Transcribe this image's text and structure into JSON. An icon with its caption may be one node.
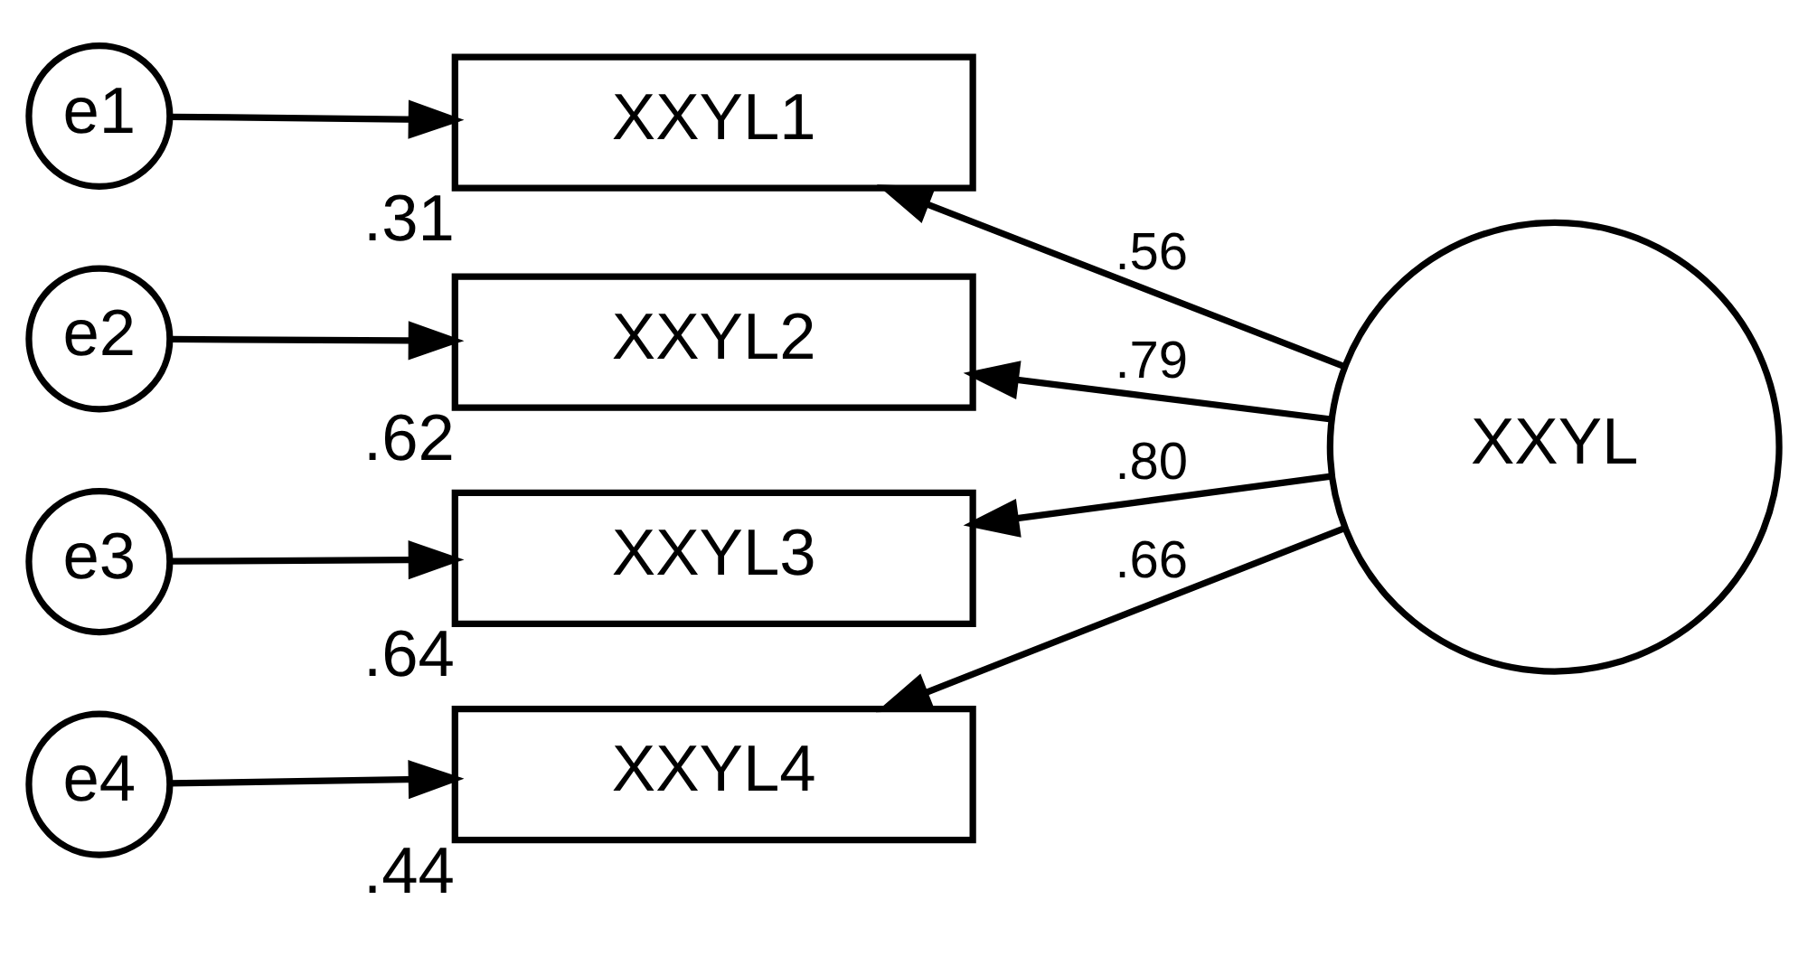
{
  "diagram": {
    "nodes": [
      {
        "text": [
          "e1"
        ]
      },
      {
        "text": [
          "XXYL1"
        ],
        "beside": [
          ".31"
        ]
      },
      {
        "text": [
          "e2"
        ]
      },
      {
        "text": [
          "XXYL2"
        ],
        "beside": [
          ".62"
        ]
      },
      {
        "text": [
          "e3"
        ]
      },
      {
        "text": [
          "XXYL3"
        ],
        "beside": [
          ".64"
        ]
      },
      {
        "text": [
          "e4"
        ]
      },
      {
        "text": [
          "XXYL4"
        ],
        "beside": [
          ".44"
        ]
      },
      {
        "text": [
          "XXYL"
        ]
      }
    ],
    "edges": [
      {
        "from": 0,
        "to": 1,
        "arrow": "to"
      },
      {
        "from": 2,
        "to": 3,
        "arrow": "to"
      },
      {
        "from": 4,
        "to": 5,
        "arrow": "to"
      },
      {
        "from": 6,
        "to": 7,
        "arrow": "to"
      },
      {
        "from": 8,
        "to": 1,
        "arrow": "to",
        "label": ".56"
      },
      {
        "from": 8,
        "to": 3,
        "arrow": "to",
        "label": ".79"
      },
      {
        "from": 8,
        "to": 5,
        "arrow": "to",
        "label": ".80"
      },
      {
        "from": 8,
        "to": 7,
        "arrow": "to",
        "label": ".66"
      }
    ]
  }
}
